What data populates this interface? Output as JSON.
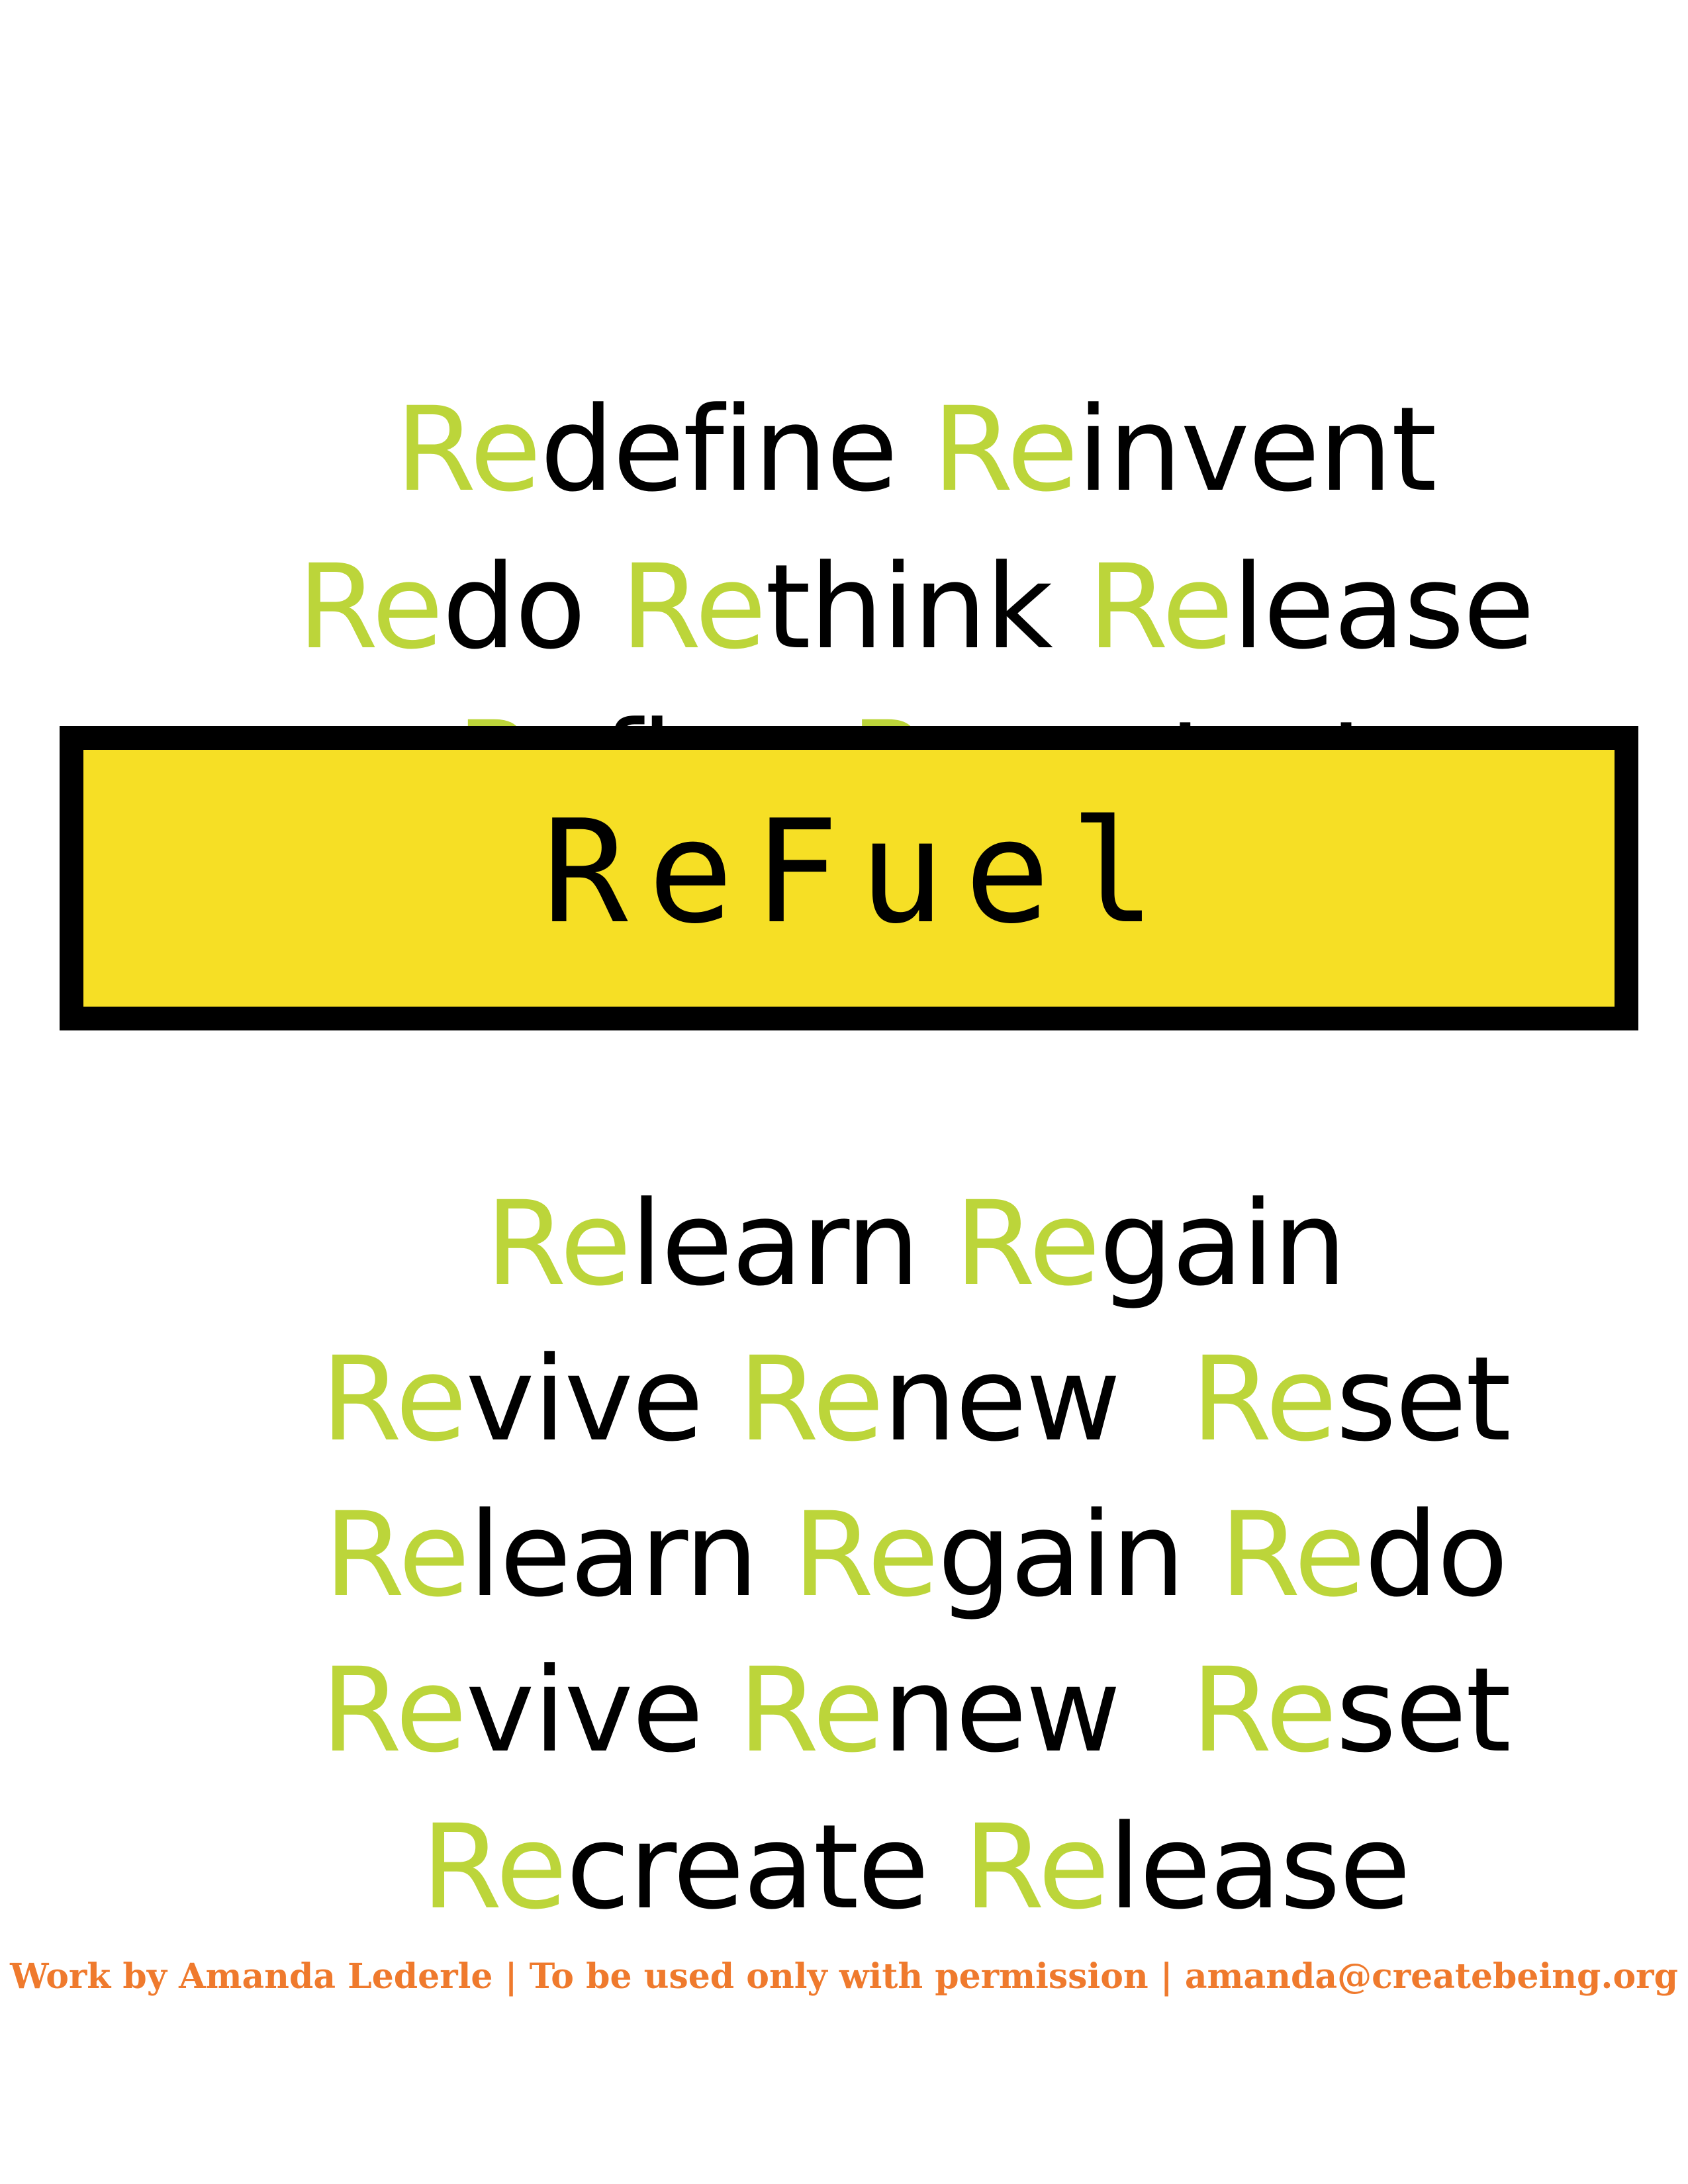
{
  "colors": {
    "accent": "#bcd53a",
    "text": "#000000",
    "box_fill": "#f6df25",
    "box_border": "#000000",
    "footer": "#ef7a2d"
  },
  "lines": [
    {
      "words": [
        {
          "prefix": "Re",
          "stem": "define"
        },
        {
          "prefix": "Re",
          "stem": "invent"
        }
      ]
    },
    {
      "words": [
        {
          "prefix": "Re",
          "stem": "do"
        },
        {
          "prefix": "Re",
          "stem": "think"
        },
        {
          "prefix": "Re",
          "stem": "lease"
        }
      ]
    },
    {
      "words": [
        {
          "prefix": "Re",
          "stem": "fine"
        },
        {
          "prefix": "Re",
          "stem": "restart"
        }
      ]
    }
  ],
  "refuel": {
    "label": "ReFuel"
  },
  "lines_after": [
    {
      "words": [
        {
          "prefix": "Re",
          "stem": "learn"
        },
        {
          "prefix": "Re",
          "stem": "gain"
        }
      ]
    },
    {
      "words": [
        {
          "prefix": "Re",
          "stem": "vive"
        },
        {
          "prefix": "Re",
          "stem": "new"
        },
        {
          "prefix": "Re",
          "stem": "set"
        }
      ]
    },
    {
      "words": [
        {
          "prefix": "Re",
          "stem": "learn"
        },
        {
          "prefix": "Re",
          "stem": "gain"
        },
        {
          "prefix": "Re",
          "stem": "do"
        }
      ]
    },
    {
      "words": [
        {
          "prefix": "Re",
          "stem": "vive"
        },
        {
          "prefix": "Re",
          "stem": "new"
        },
        {
          "prefix": "Re",
          "stem": "set"
        }
      ]
    },
    {
      "words": [
        {
          "prefix": "Re",
          "stem": "create"
        },
        {
          "prefix": "Re",
          "stem": "lease"
        }
      ]
    }
  ],
  "footer": {
    "text": "Work by Amanda Lederle | To be used only with permission | amanda@createbeing.org"
  }
}
